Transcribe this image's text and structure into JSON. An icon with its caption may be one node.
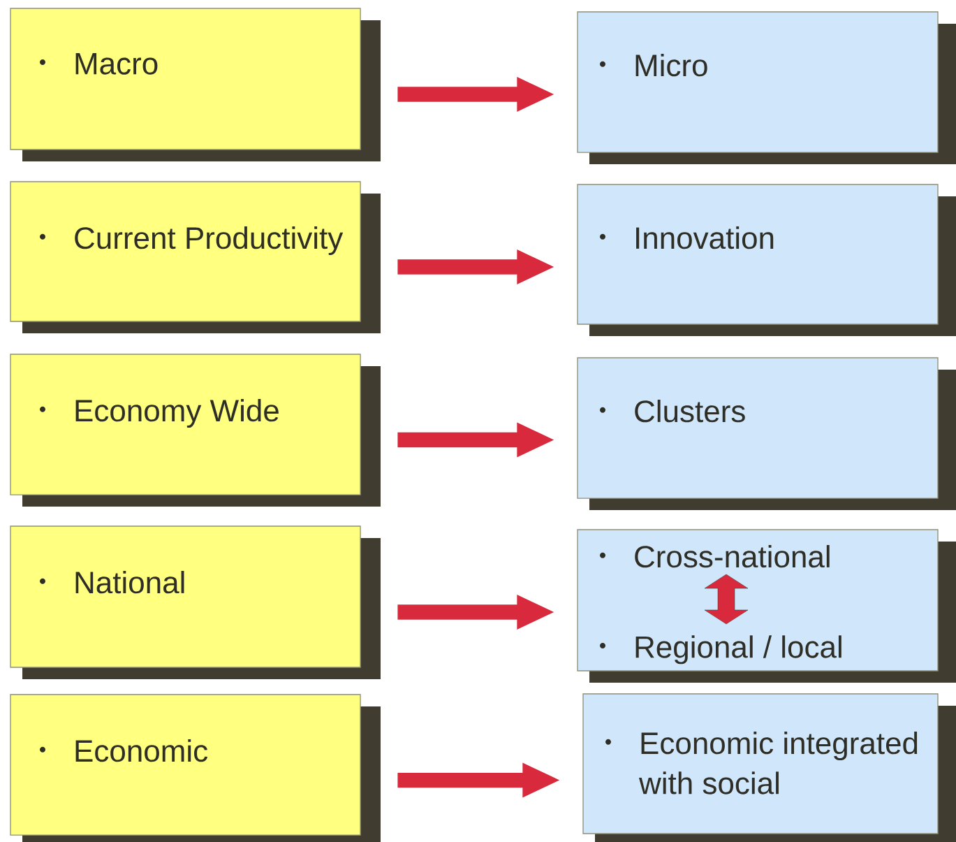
{
  "diagram": {
    "nodes": [
      {
        "text": [
          "Macro"
        ]
      },
      {
        "text": [
          "Current Productivity"
        ]
      },
      {
        "text": [
          "Economy Wide"
        ]
      },
      {
        "text": [
          "National"
        ]
      },
      {
        "text": [
          "Economic"
        ]
      },
      {
        "text": [
          "Micro"
        ]
      },
      {
        "text": [
          "Innovation"
        ]
      },
      {
        "text": [
          "Clusters"
        ]
      },
      {
        "text": [
          "Cross-national",
          "Regional / local"
        ]
      },
      {
        "text": [
          "Economic integrated with social"
        ]
      }
    ],
    "edges": [
      {
        "from": 0,
        "to": 5,
        "arrow": "to"
      },
      {
        "from": 1,
        "to": 6,
        "arrow": "to"
      },
      {
        "from": 2,
        "to": 7,
        "arrow": "to"
      },
      {
        "from": 3,
        "to": 8,
        "arrow": "to"
      },
      {
        "from": 4,
        "to": 9,
        "arrow": "to"
      }
    ]
  }
}
